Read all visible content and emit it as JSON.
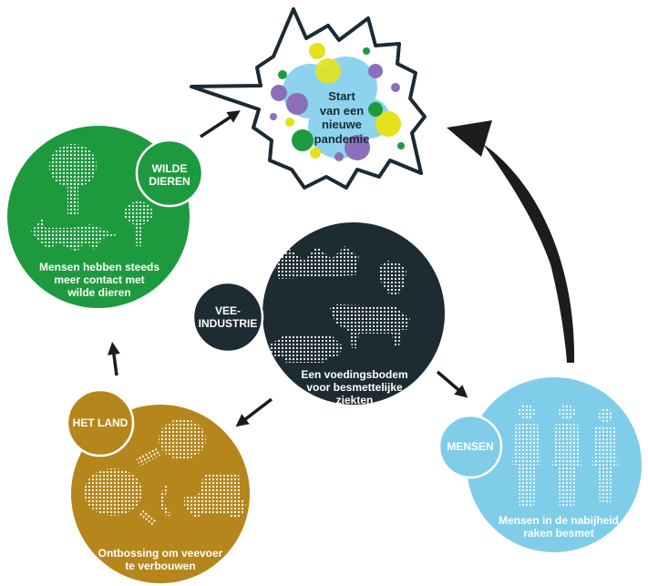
{
  "burst": {
    "text": "Start\nvan een\nnieuwe\npandemie"
  },
  "wildlife": {
    "tag": "WILDE\nDIEREN",
    "caption": "Mensen hebben steeds\nmeer contact met\nwilde dieren",
    "color": "#1e9a3e"
  },
  "livestock": {
    "tag": "VEE-\nINDUSTRIE",
    "caption": "Een voedingsbodem\nvoor besmettelijke\nziekten",
    "color": "#1d2b33"
  },
  "land": {
    "tag": "HET LAND",
    "caption": "Ontbossing om veevoer\nte verbouwen",
    "color": "#b5861c"
  },
  "people": {
    "tag": "MENSEN",
    "caption": "Mensen in de nabijheid\nraken besmet",
    "color": "#7fcde9"
  },
  "colors": {
    "arrow": "#1c1c1c",
    "burst_outline": "#1c2a33",
    "burst_center": "#8dd3ee"
  },
  "icons": [
    "tree-icon",
    "fox-icon",
    "barn-icon",
    "chicken-icon",
    "cow-icon",
    "pig-icon",
    "cloud-tree-icon",
    "tractor-icon",
    "person-icon"
  ]
}
